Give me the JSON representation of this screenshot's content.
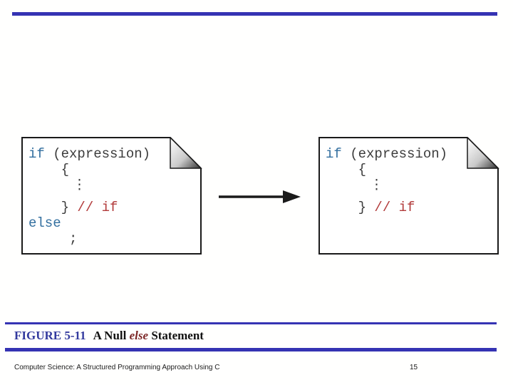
{
  "colors": {
    "accent_bar": "#3533b3",
    "keyword_blue": "#336f9f",
    "comment_red": "#b23b3b",
    "code_plain": "#3c3c3c",
    "figure_label_blue": "#333a9e",
    "caption_keyword_red": "#7b2525"
  },
  "code_notes": {
    "left": {
      "lines": [
        [
          {
            "t": "if",
            "c": "kw"
          },
          {
            "t": " (expression)",
            "c": "pl"
          }
        ],
        [
          {
            "t": "    {",
            "c": "pl"
          }
        ],
        [
          {
            "t": "     ⋮",
            "c": "pl"
          }
        ],
        [
          {
            "t": "    } ",
            "c": "pl"
          },
          {
            "t": "// if",
            "c": "cm"
          }
        ],
        [
          {
            "t": "else",
            "c": "kw"
          }
        ],
        [
          {
            "t": "     ;",
            "c": "pl"
          }
        ]
      ]
    },
    "right": {
      "lines": [
        [
          {
            "t": "if",
            "c": "kw"
          },
          {
            "t": " (expression)",
            "c": "pl"
          }
        ],
        [
          {
            "t": "    {",
            "c": "pl"
          }
        ],
        [
          {
            "t": "     ⋮",
            "c": "pl"
          }
        ],
        [
          {
            "t": "    } ",
            "c": "pl"
          },
          {
            "t": "// if",
            "c": "cm"
          }
        ]
      ]
    }
  },
  "arrow": {
    "direction": "right"
  },
  "caption": {
    "figure_label": "FIGURE 5-11",
    "title_prefix": "A Null ",
    "title_keyword": "else",
    "title_suffix": " Statement"
  },
  "footer": {
    "book_title": "Computer Science: A Structured Programming Approach Using C",
    "page_number": "15"
  }
}
